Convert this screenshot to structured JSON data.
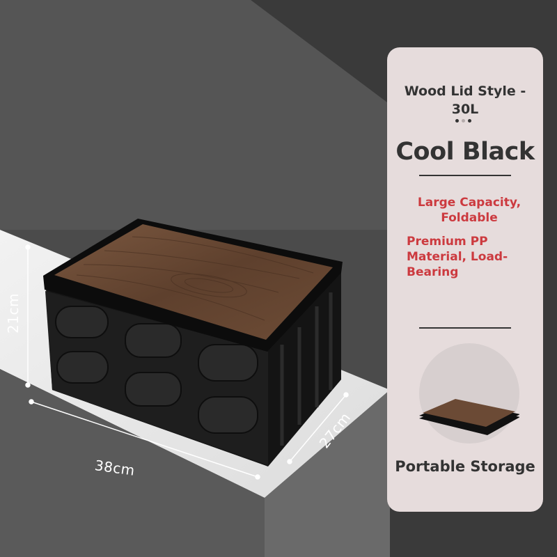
{
  "product": {
    "style_title": "Wood Lid Style - 30L",
    "color_name": "Cool Black",
    "features": [
      "Large Capacity, Foldable",
      "Premium PP Material, Load-Bearing"
    ],
    "footer_label": "Portable Storage"
  },
  "dimensions": {
    "height": "21cm",
    "width": "38cm",
    "depth": "27cm"
  },
  "colors": {
    "background": "#4a4a4a",
    "panel": "#e6dcdc",
    "accent_red": "#cc3a3f",
    "text_dark": "#333333",
    "box_black": "#1c1c1c",
    "wood": "#6b4a35"
  }
}
